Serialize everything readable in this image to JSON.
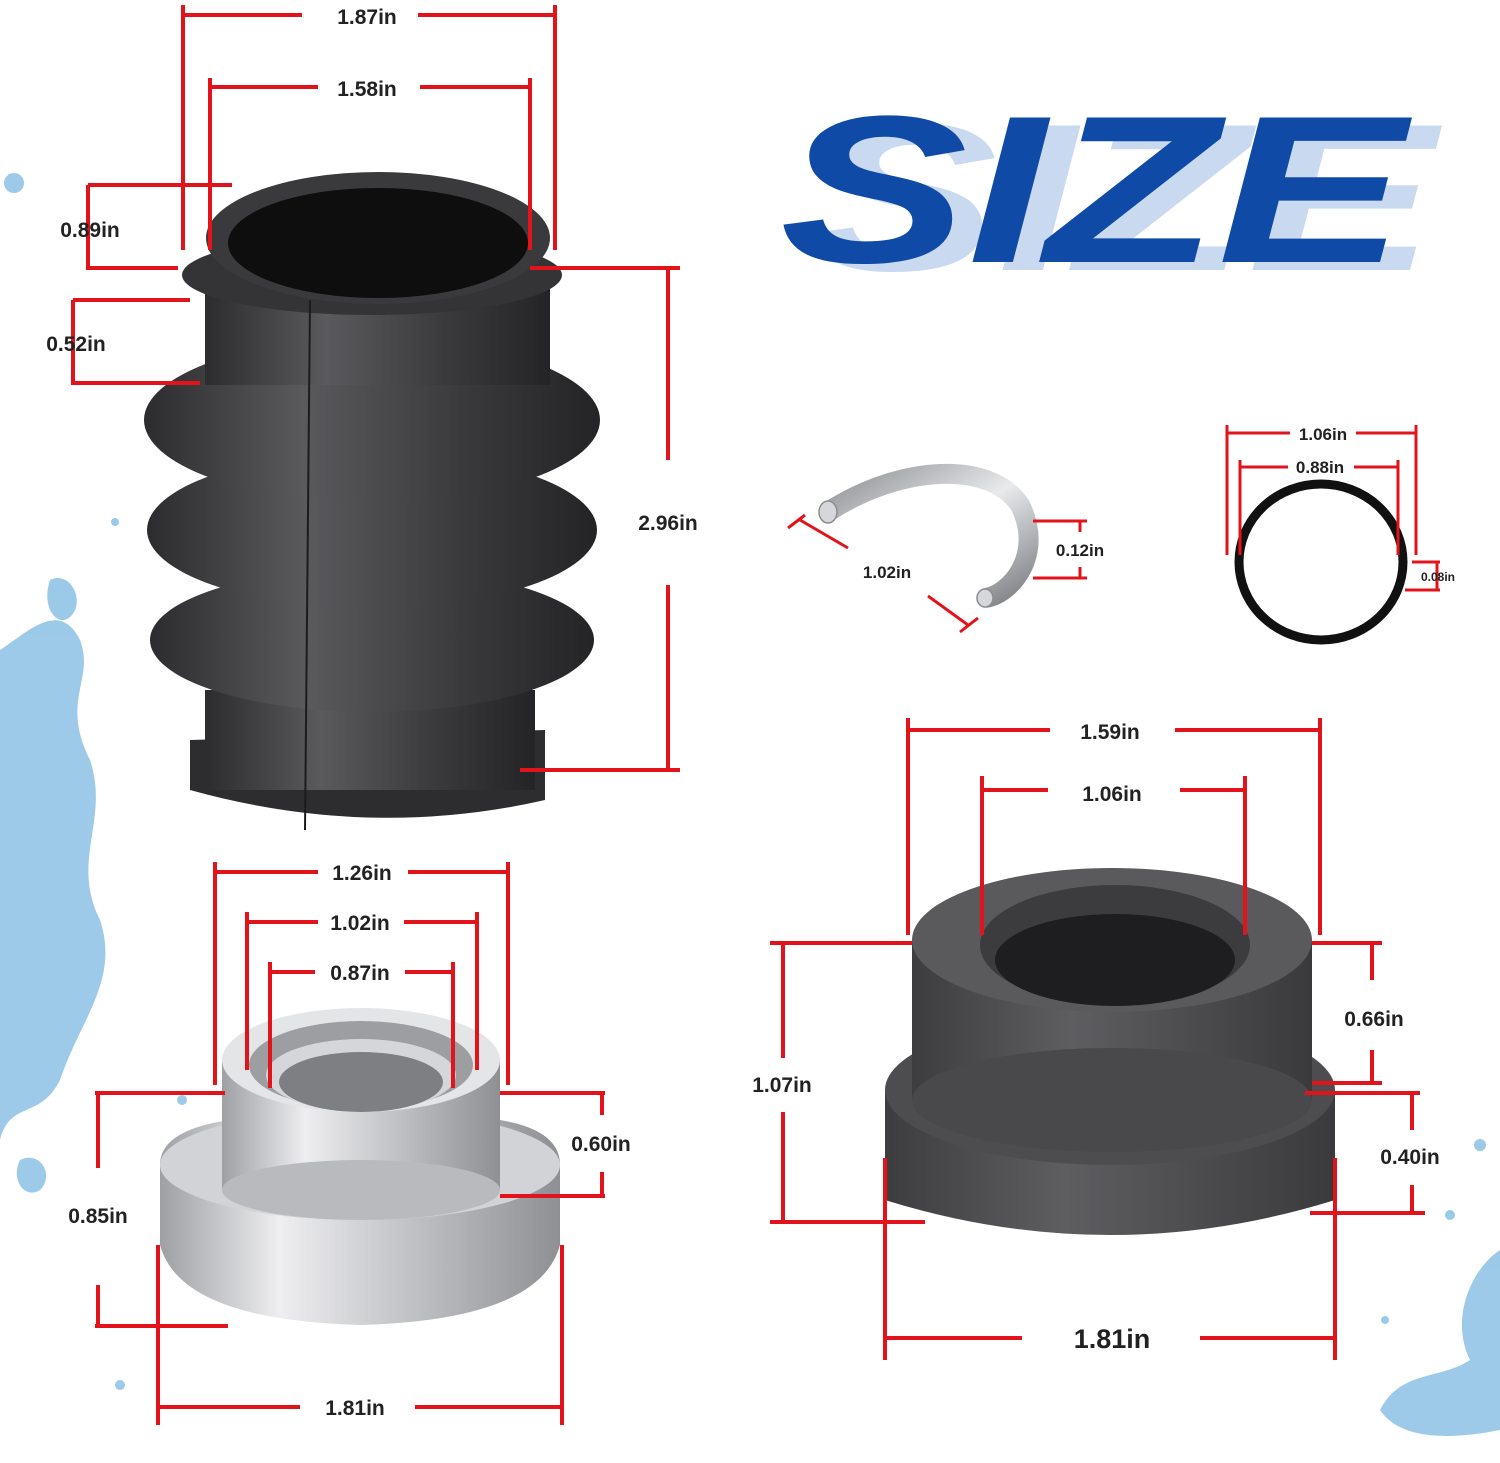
{
  "title": "SIZE",
  "colors": {
    "dimension_line": "#e2131b",
    "title_blue": "#0f4aa6",
    "title_shadow": "#c9d9ef",
    "rubber_dark": "#3f3f41",
    "steel": "#c8c9cc",
    "water": "#4a9fd6"
  },
  "bellows": {
    "outer_diameter": "1.87in",
    "inner_diameter": "1.58in",
    "collar_height": "0.89in",
    "rim_height": "0.52in",
    "total_length": "2.96in"
  },
  "circlip": {
    "diameter": "1.02in",
    "wire_thickness": "0.12in"
  },
  "o_ring": {
    "outer_diameter": "1.06in",
    "inner_diameter": "0.88in",
    "thickness": "0.08in"
  },
  "metal_bushing": {
    "outer_top": "1.26in",
    "middle": "1.02in",
    "inner": "0.87in",
    "upper_height": "0.60in",
    "total_height": "0.85in",
    "flange_diameter": "1.81in"
  },
  "carbon_ring": {
    "outer_top": "1.59in",
    "inner": "1.06in",
    "upper_height": "0.66in",
    "total_height": "1.07in",
    "flange_height": "0.40in",
    "flange_diameter": "1.81in"
  }
}
